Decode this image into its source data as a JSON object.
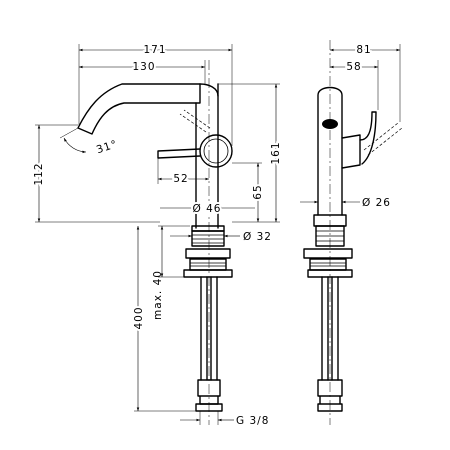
{
  "dimensions": {
    "width_total": "171",
    "width_spout": "130",
    "spout_angle": "31°",
    "height_spout": "112",
    "height_total": "161",
    "lever_offset": "52",
    "height_lever": "65",
    "diameter_body": "Ø 46",
    "diameter_thread": "Ø 32",
    "length_hoses": "400",
    "max_clamp": "max. 40",
    "connection_thread": "G 3/8",
    "side_depth": "81",
    "side_lever": "58",
    "side_diameter": "Ø 26"
  }
}
